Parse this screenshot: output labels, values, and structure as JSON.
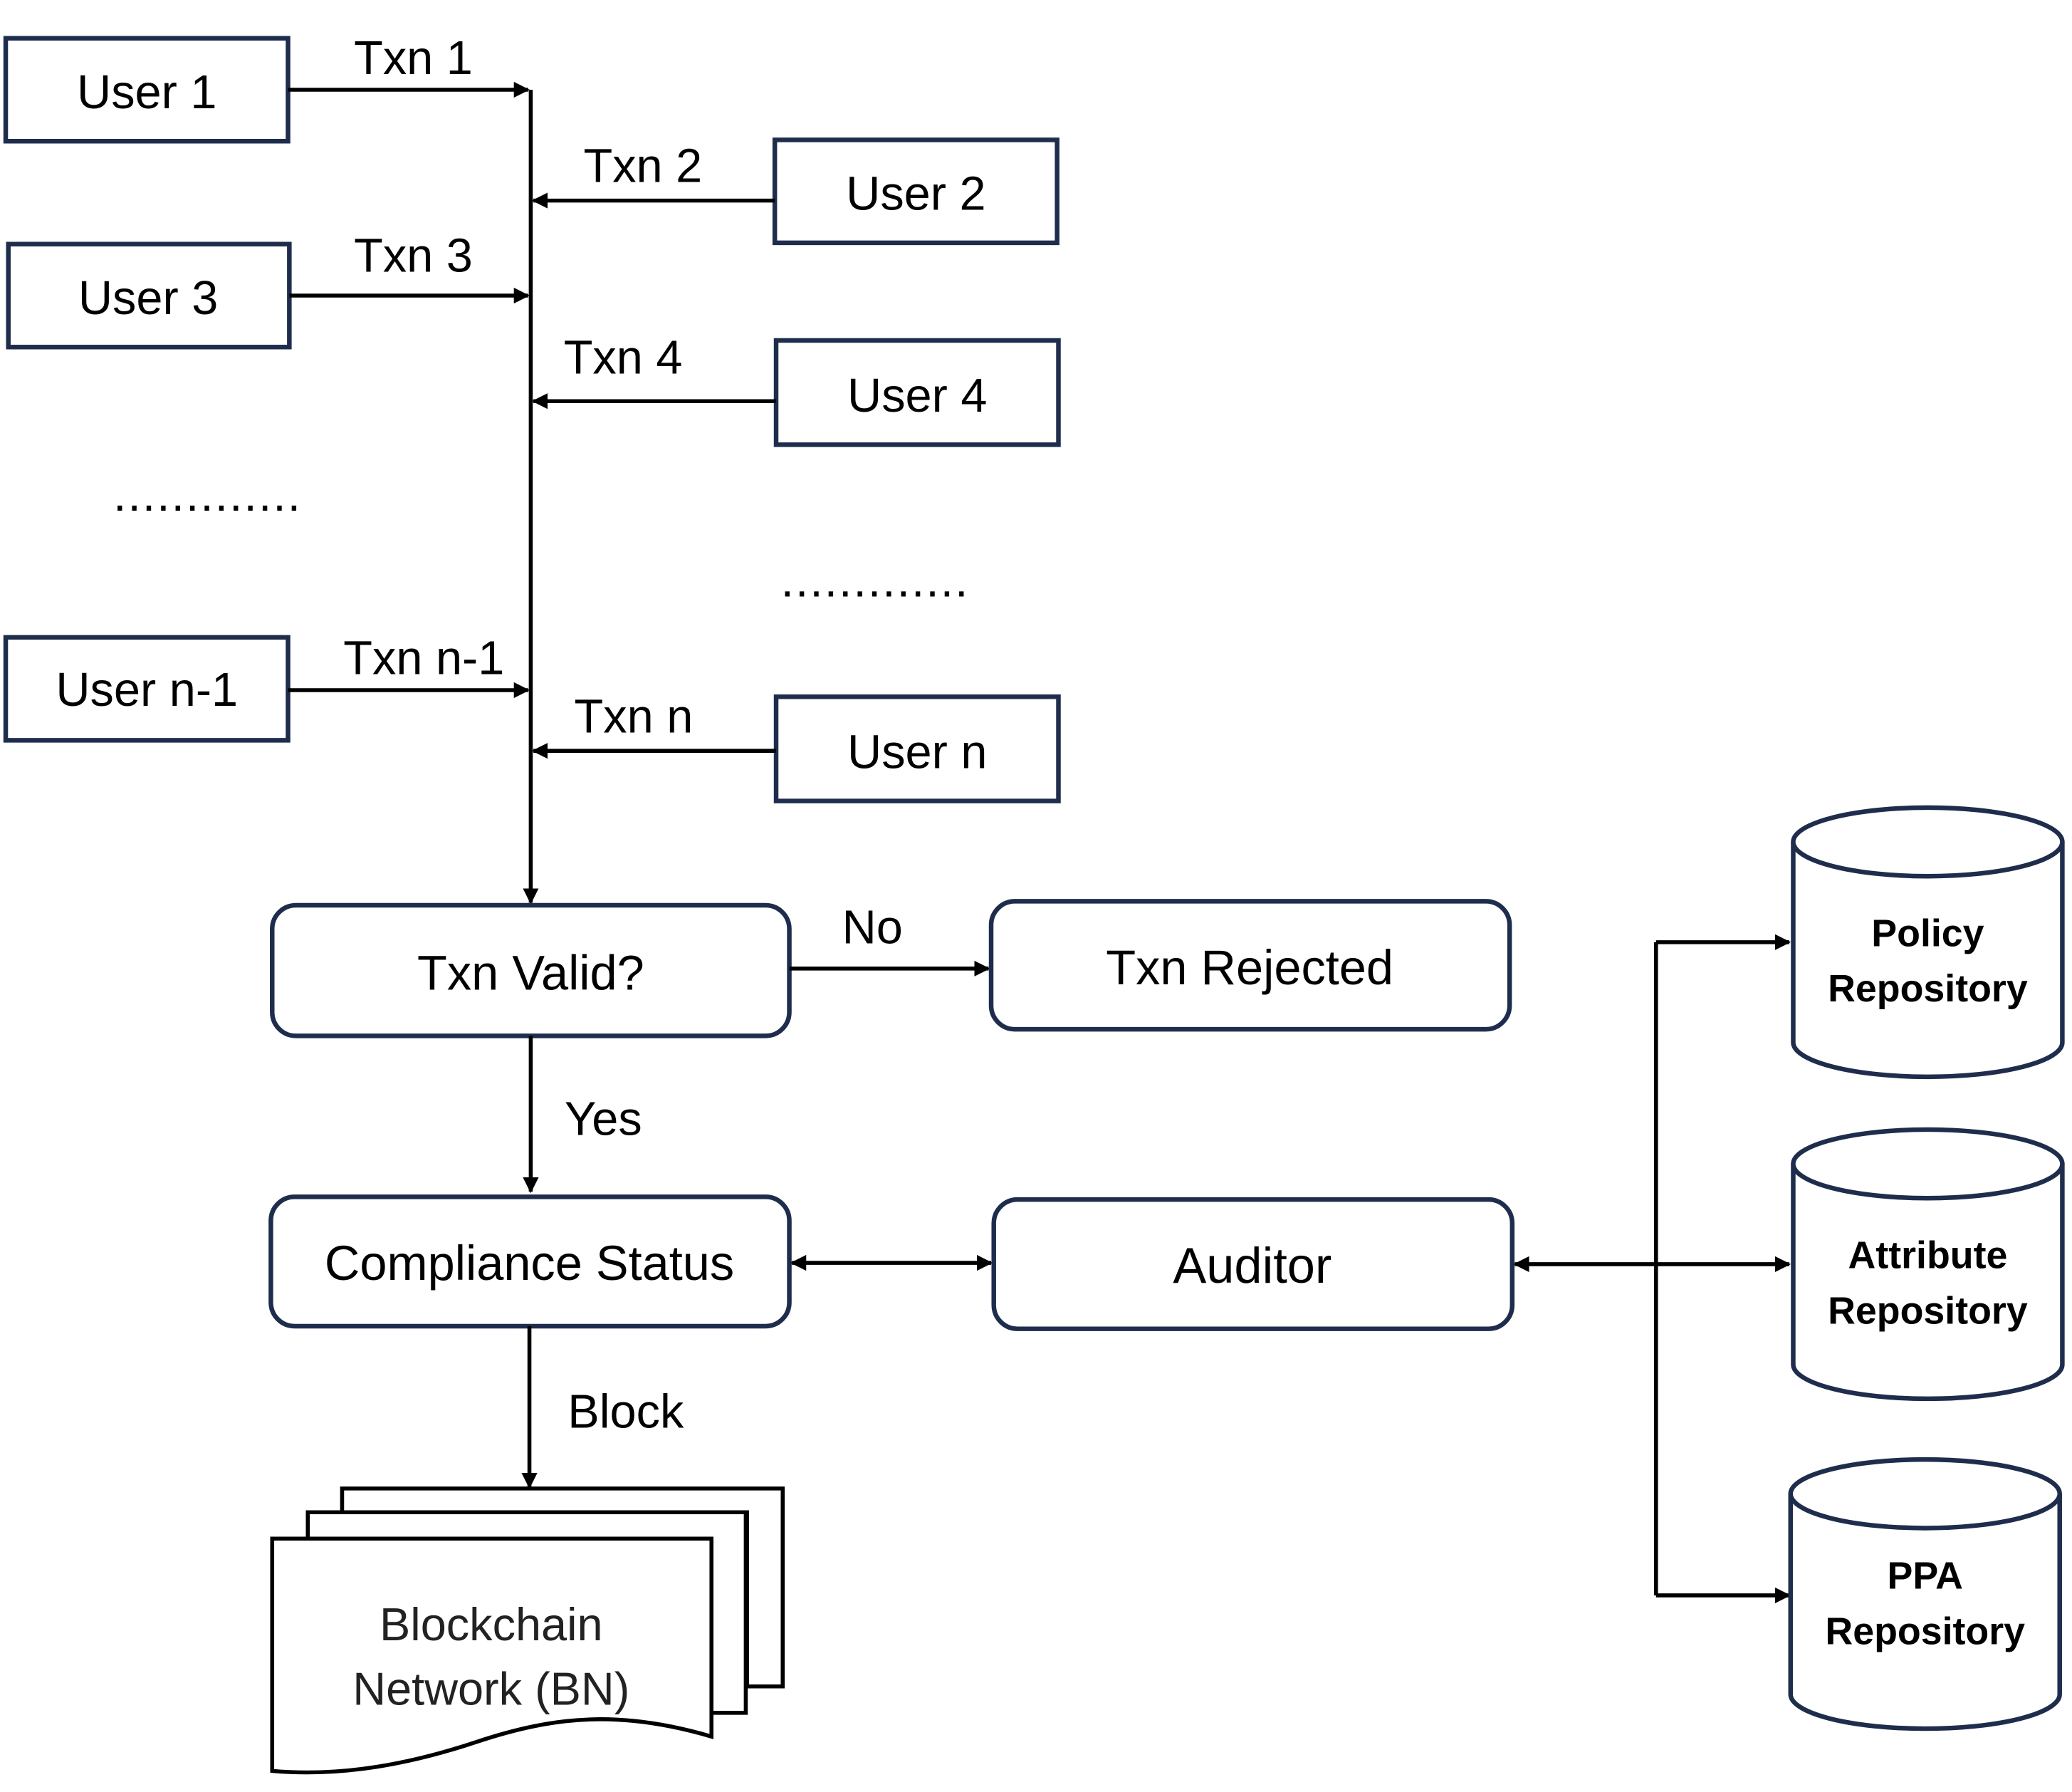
{
  "users": {
    "user1": "User 1",
    "user2": "User 2",
    "user3": "User 3",
    "user4": "User 4",
    "user_n_minus_1": "User n-1",
    "user_n": "User n"
  },
  "transactions": {
    "txn1": "Txn 1",
    "txn2": "Txn 2",
    "txn3": "Txn 3",
    "txn4": "Txn 4",
    "txn_n_minus_1": "Txn n-1",
    "txn_n": "Txn n"
  },
  "ellipsis_left": ".............",
  "ellipsis_right": ".............",
  "process": {
    "valid_check": "Txn Valid?",
    "rejected": "Txn Rejected",
    "compliance": "Compliance Status",
    "auditor": "Auditor"
  },
  "edges": {
    "no": "No",
    "yes": "Yes",
    "block": "Block"
  },
  "blockchain": {
    "line1": "Blockchain",
    "line2": "Network (BN)"
  },
  "repositories": {
    "policy": [
      "Policy",
      "Repository"
    ],
    "attribute": [
      "Attribute",
      "Repository"
    ],
    "ppa": [
      "PPA",
      "Repository"
    ]
  }
}
